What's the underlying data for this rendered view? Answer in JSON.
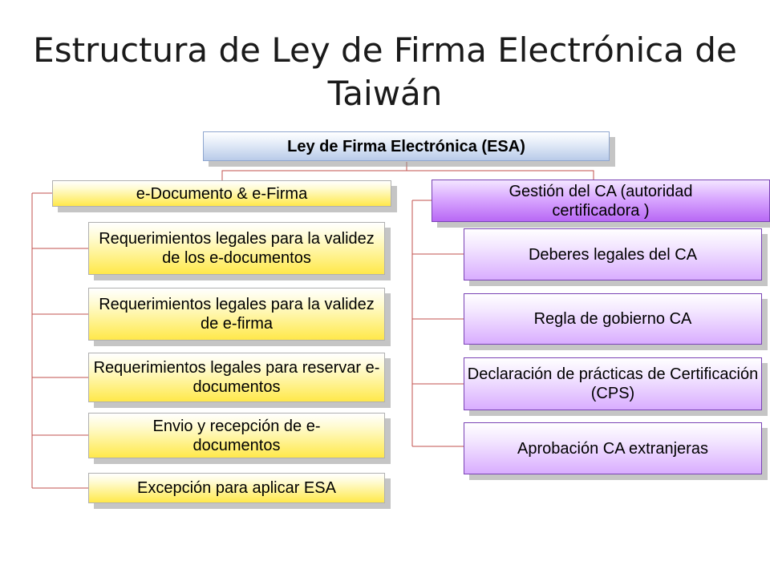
{
  "title": "Estructura de Ley de Firma Electrónica de Taiwán",
  "root": {
    "label": "Ley de Firma Electrónica (ESA)"
  },
  "left": {
    "header": "e-Documento & e-Firma",
    "items": [
      "Requerimientos legales para la validez de los e-documentos",
      "Requerimientos legales para la validez  de e-firma",
      "Requerimientos legales para reservar e-documentos",
      "Envio y recepción de e-documentos",
      "Excepción para aplicar ESA"
    ]
  },
  "right": {
    "header": "Gestión del CA (autoridad certificadora )",
    "items": [
      "Deberes legales del CA",
      "Regla de gobierno CA",
      "Declaración de prácticas de Certificación (CPS)",
      "Aprobación CA extranjeras"
    ]
  },
  "colors": {
    "connector": "#c0504d",
    "yellow": "#ffe84a",
    "purple": "#b868f5",
    "blue": "#b9cbe9"
  }
}
